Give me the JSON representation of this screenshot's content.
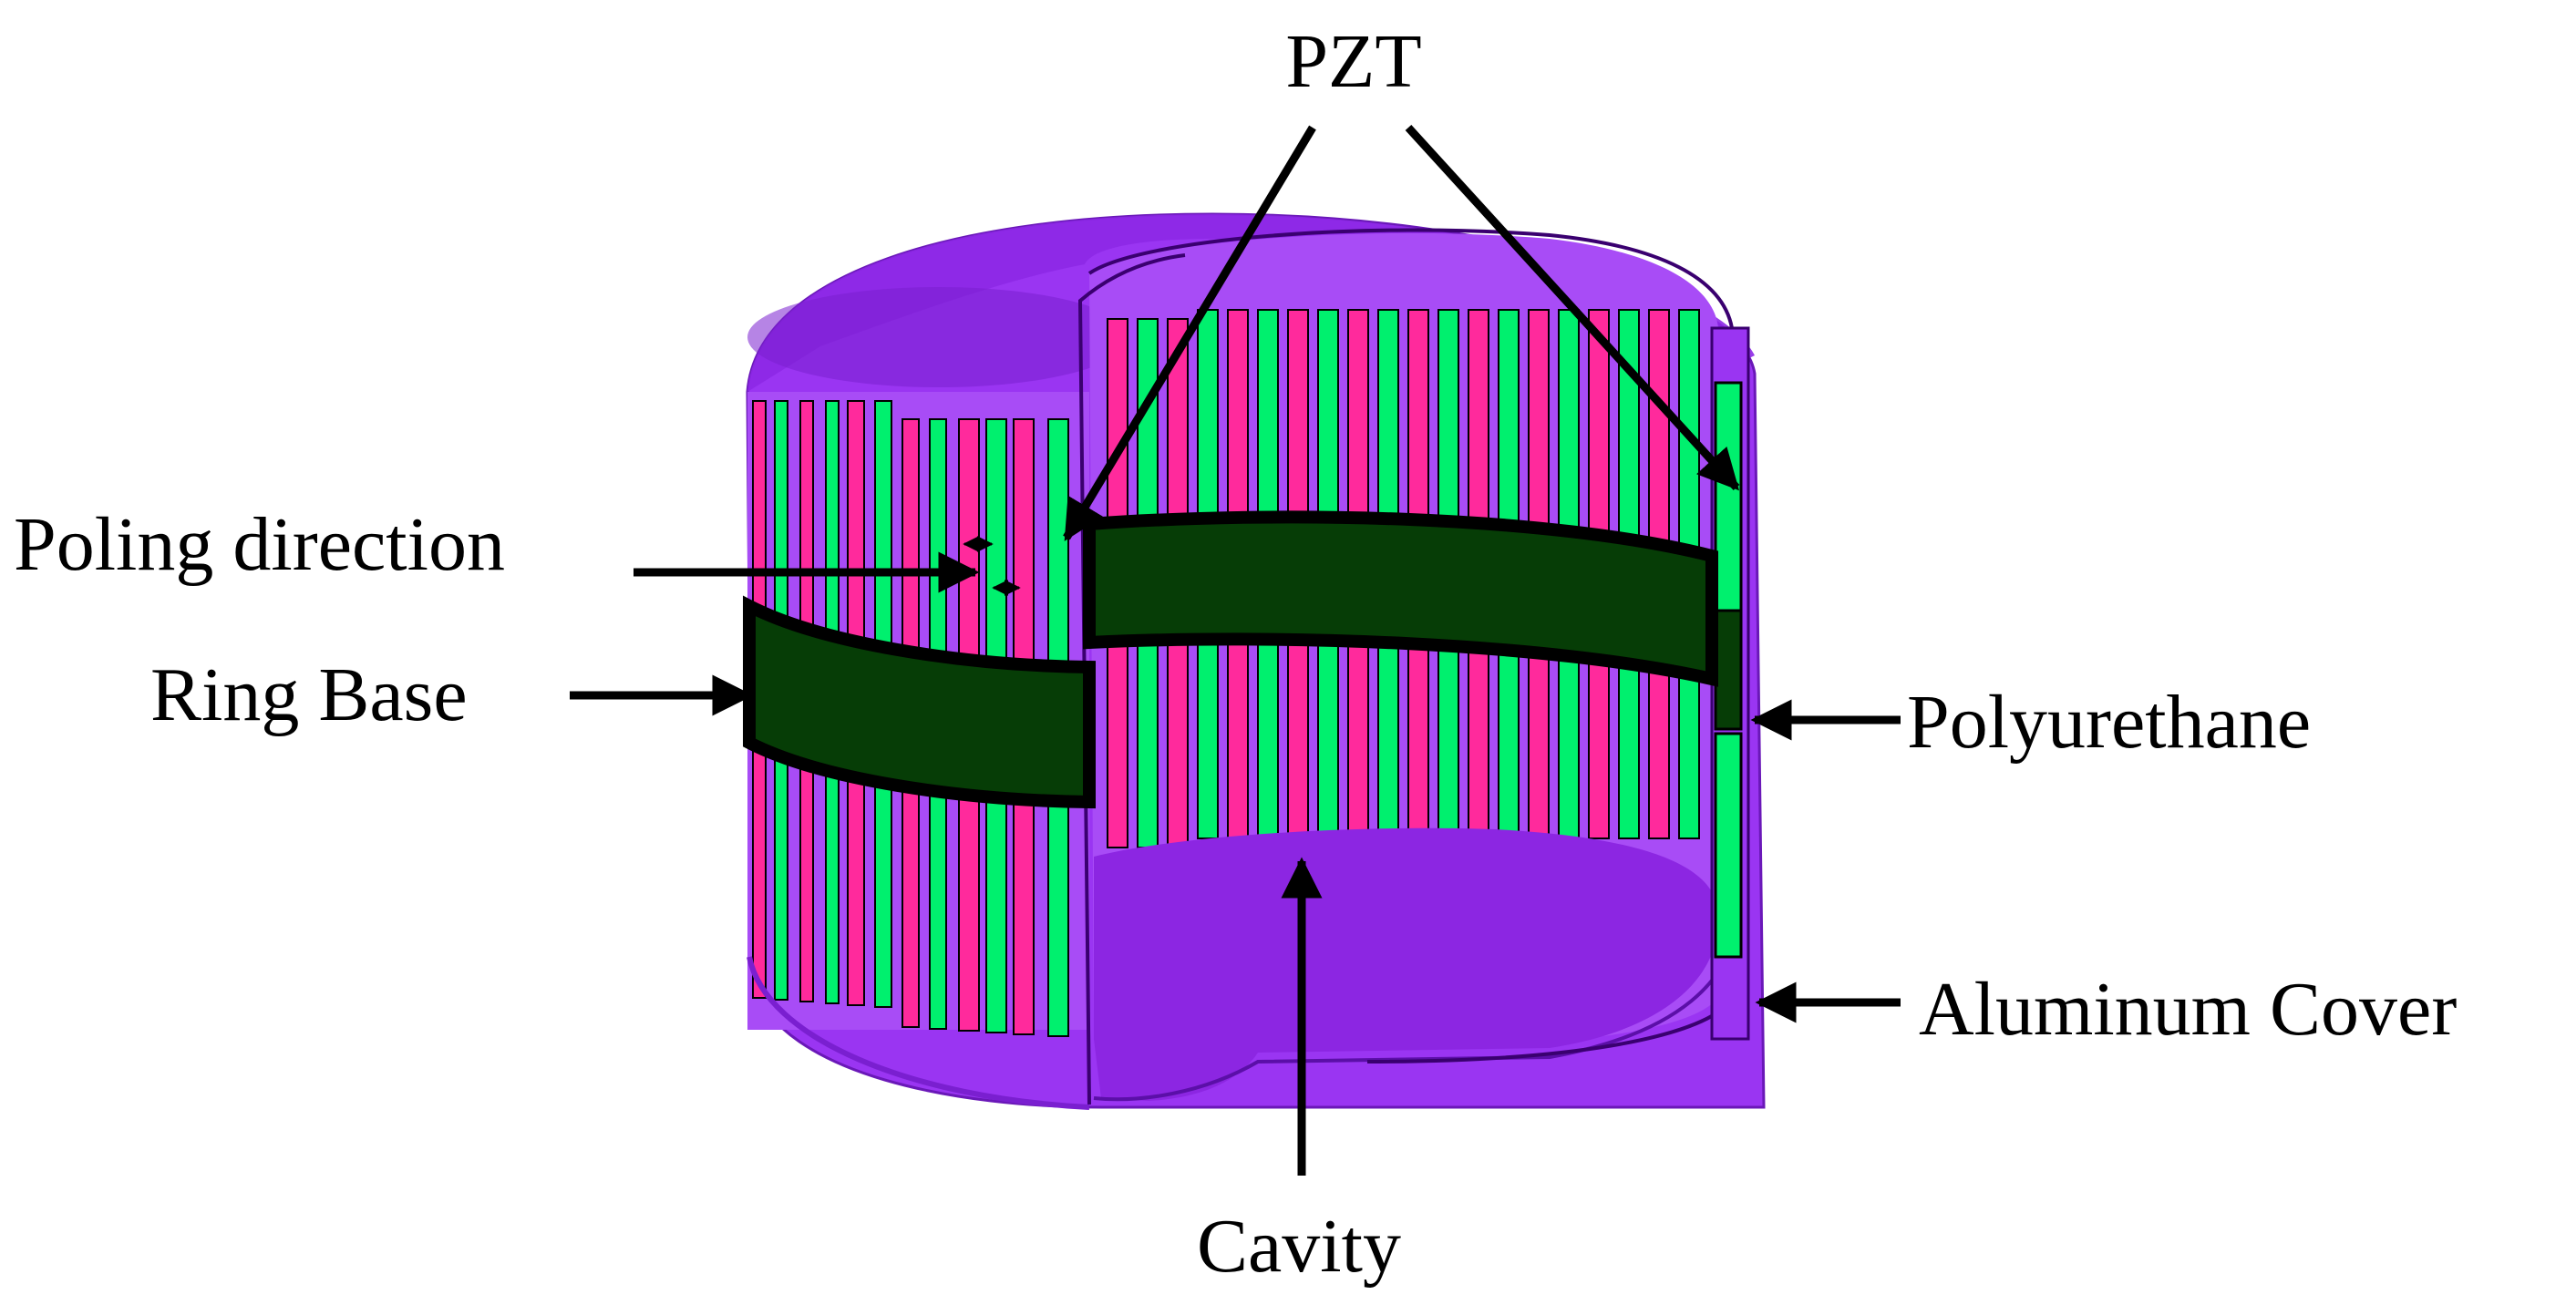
{
  "labels": {
    "pzt": "PZT",
    "poling_direction": "Poling direction",
    "ring_base": "Ring Base",
    "polyurethane": "Polyurethane",
    "aluminum_cover": "Aluminum Cover",
    "cavity": "Cavity"
  },
  "colors": {
    "aluminum": "#9a35f2",
    "aluminum_dark": "#7a1fd0",
    "aluminum_light": "#a84cf6",
    "pzt_pink": "#ff2a9c",
    "pzt_green": "#00f06e",
    "ring_base": "#063d06",
    "outline": "#000000"
  },
  "icons": {
    "arrow": "arrow-icon",
    "poling": "double-arrow-icon"
  }
}
